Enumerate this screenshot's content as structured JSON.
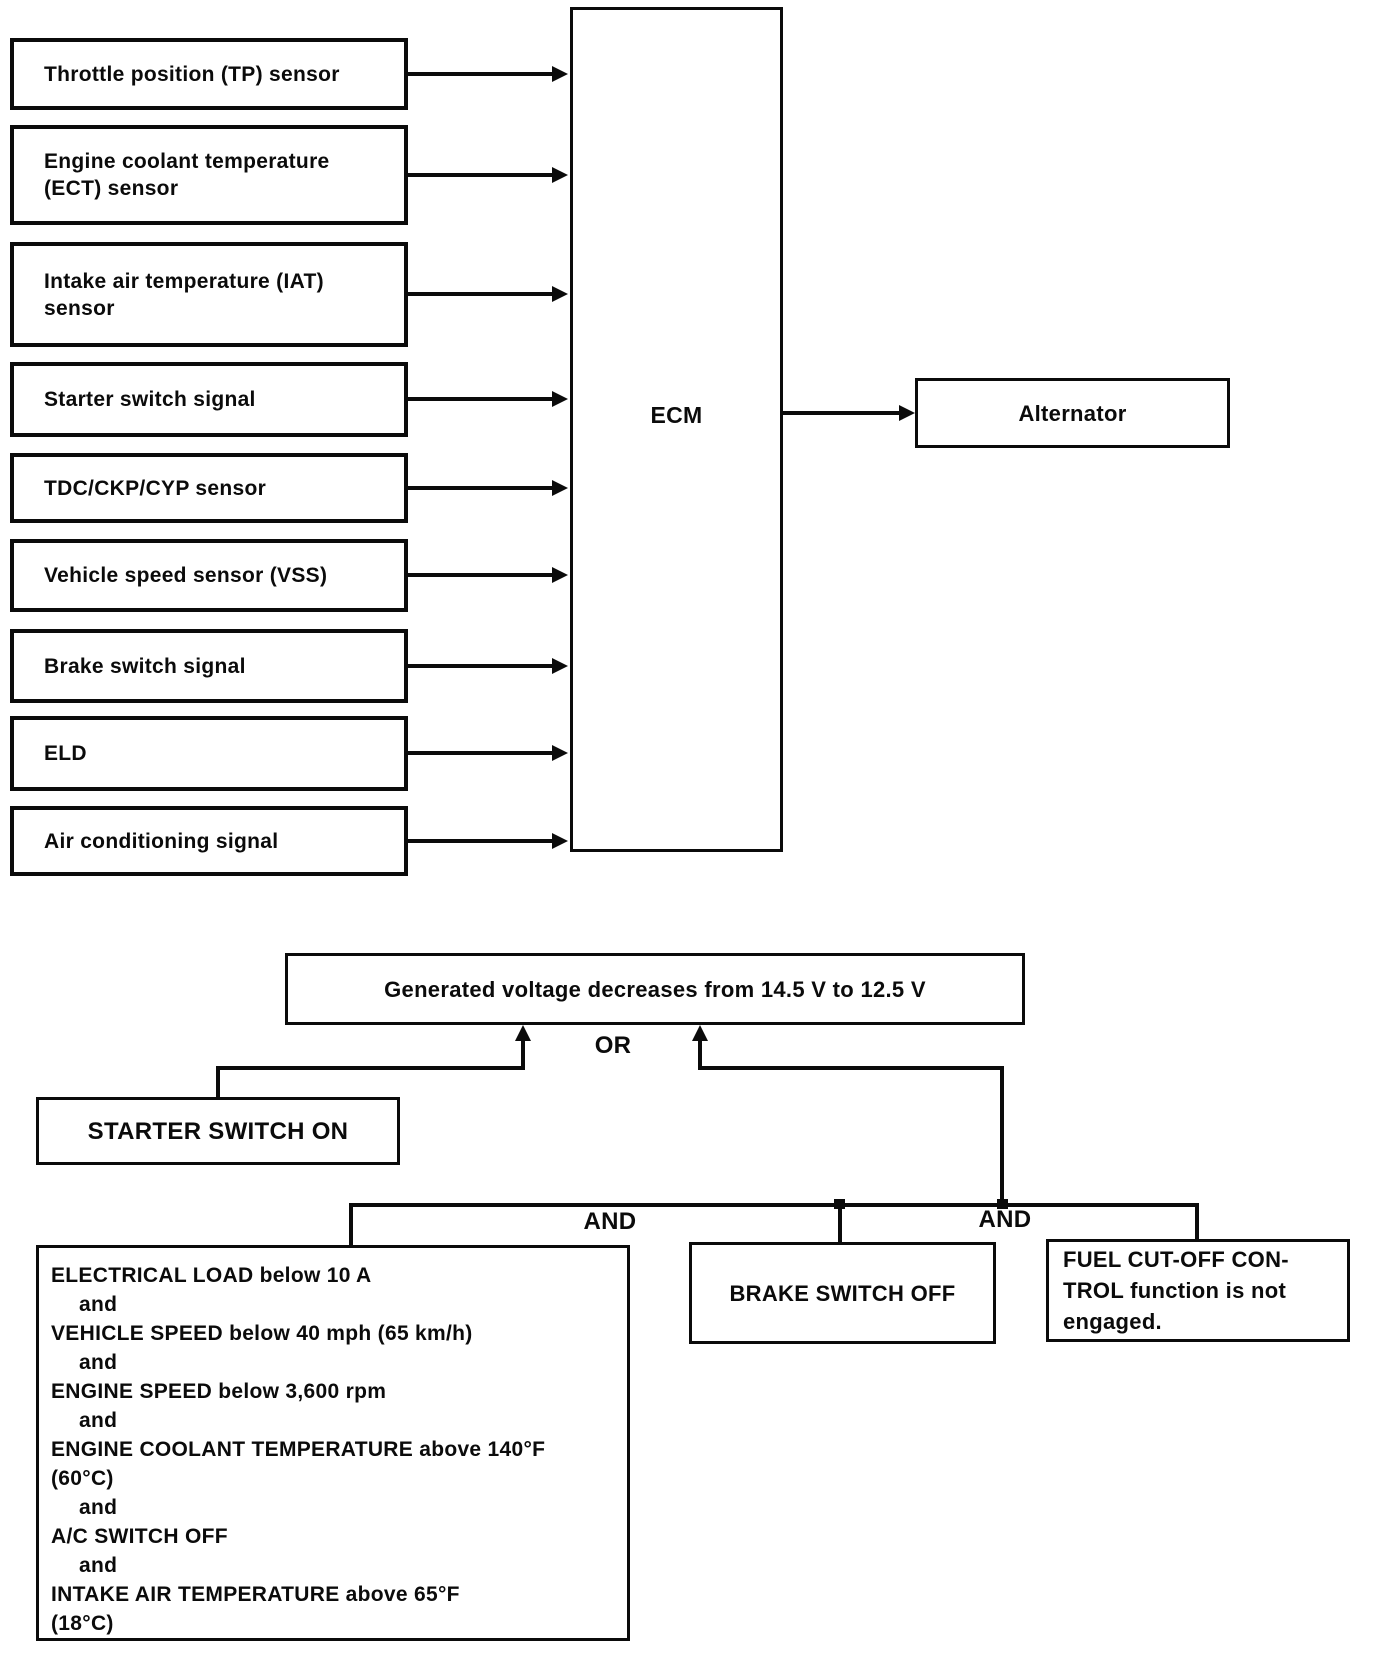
{
  "diagram": {
    "inputs": [
      {
        "label": "Throttle position (TP) sensor"
      },
      {
        "label": "Engine coolant temperature (ECT) sensor"
      },
      {
        "label": "Intake air temperature (IAT) sensor"
      },
      {
        "label": "Starter switch signal"
      },
      {
        "label": "TDC/CKP/CYP sensor"
      },
      {
        "label": "Vehicle speed sensor (VSS)"
      },
      {
        "label": "Brake switch signal"
      },
      {
        "label": "ELD"
      },
      {
        "label": "Air conditioning signal"
      }
    ],
    "ecm": {
      "label": "ECM"
    },
    "alternator": {
      "label": "Alternator"
    },
    "result": {
      "label": "Generated voltage decreases from 14.5 V to 12.5 V"
    },
    "operators": {
      "or": "OR",
      "and_left": "AND",
      "and_right": "AND"
    },
    "starter": {
      "label": "STARTER SWITCH ON"
    },
    "conditions": {
      "lines": [
        "ELECTRICAL LOAD below 10 A",
        "and",
        "VEHICLE SPEED below 40 mph (65 km/h)",
        "and",
        "ENGINE SPEED below 3,600 rpm",
        "and",
        "ENGINE COOLANT TEMPERATURE above 140°F",
        "(60°C)",
        "and",
        "A/C SWITCH OFF",
        "and",
        "INTAKE AIR TEMPERATURE above 65°F",
        "(18°C)"
      ]
    },
    "brake": {
      "label": "BRAKE SWITCH OFF"
    },
    "fuel": {
      "lines": [
        "FUEL CUT-OFF CON-",
        "TROL function is not",
        "engaged."
      ]
    },
    "colors": {
      "ink": "#0b0b0b",
      "background": "#ffffff"
    }
  }
}
